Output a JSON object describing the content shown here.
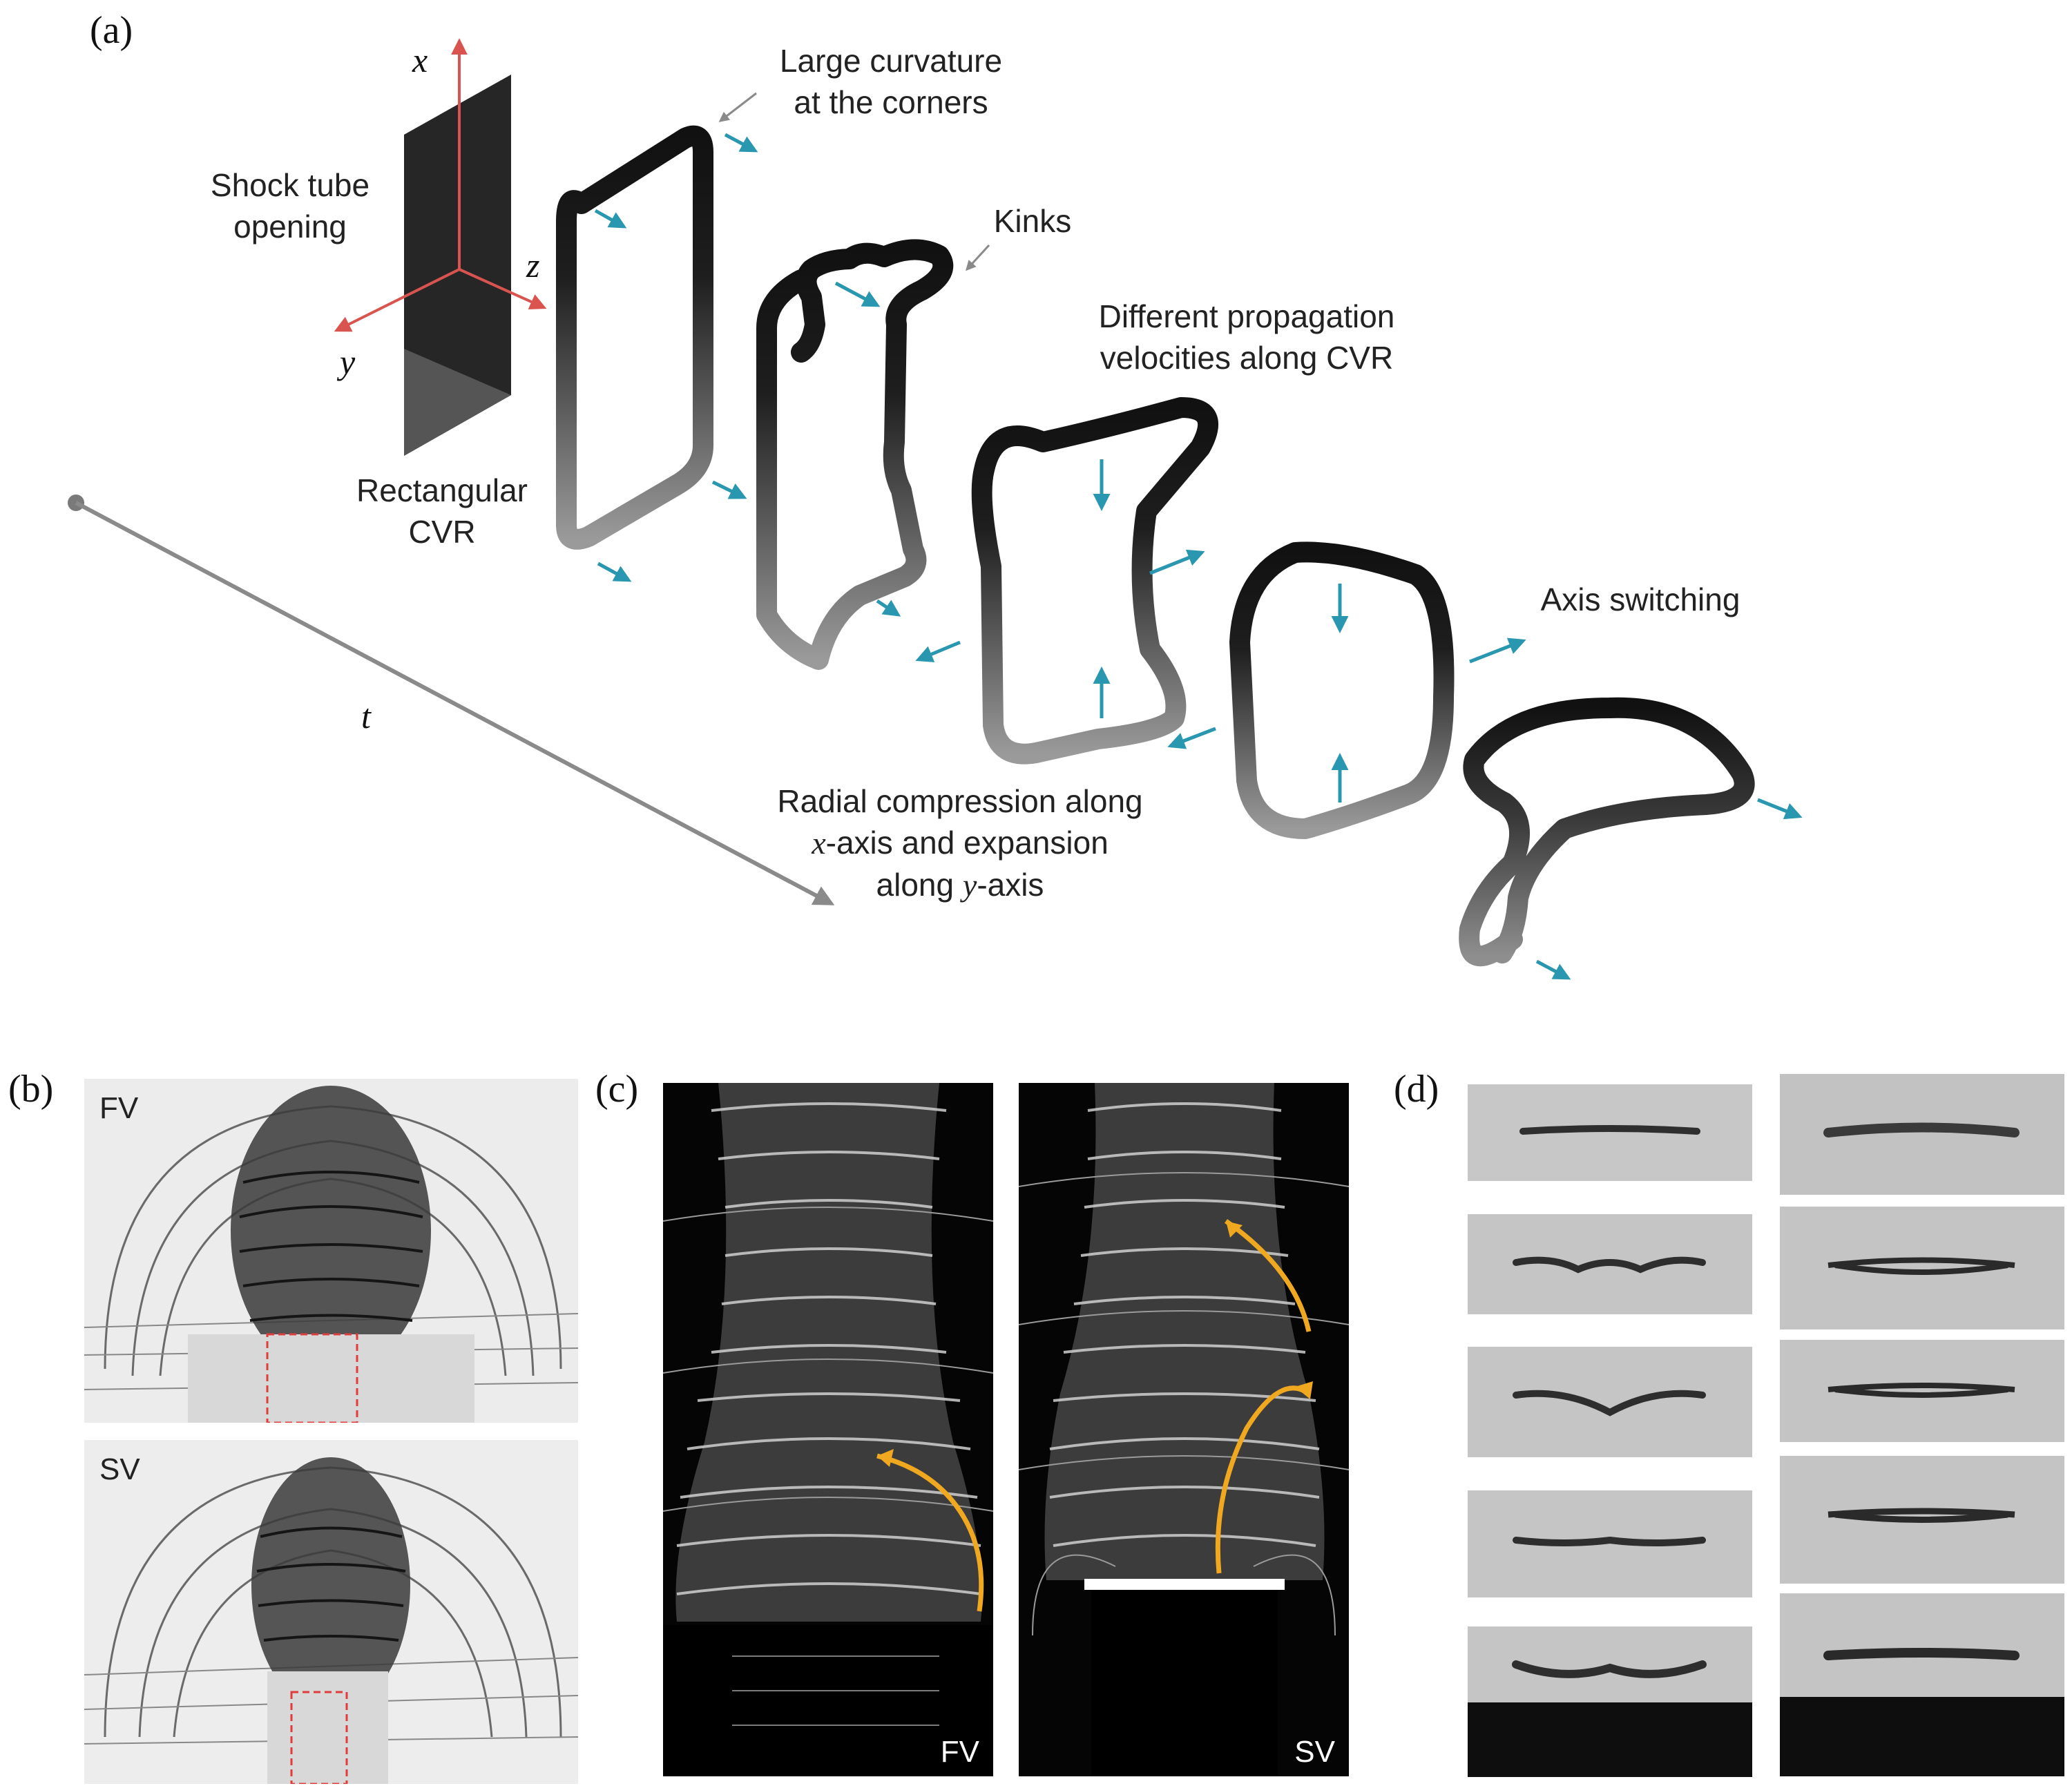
{
  "panel_a": {
    "letter": "(a)",
    "axes": {
      "x": "x",
      "y": "y",
      "z": "z",
      "t": "t"
    },
    "labels": {
      "shock_tube_1": "Shock tube",
      "shock_tube_2": "opening",
      "rect_cvr_1": "Rectangular",
      "rect_cvr_2": "CVR",
      "corners_1": "Large curvature",
      "corners_2": "at the corners",
      "kinks": "Kinks",
      "velocities_1": "Different propagation",
      "velocities_2": "velocities along CVR",
      "axis_switching": "Axis switching",
      "radial_1": "Radial compression along",
      "radial_2_var": "x",
      "radial_2_rest": "-axis and expansion",
      "radial_3_pre": "along ",
      "radial_3_var": "y",
      "radial_3_rest": "-axis"
    },
    "colors": {
      "arrow": "#2a97b0",
      "axis": "#d9534f",
      "guide": "#8a8a8a"
    }
  },
  "panel_b": {
    "letter": "(b)",
    "views": [
      "FV",
      "SV"
    ],
    "roi_color": "#e03c3c"
  },
  "panel_c": {
    "letter": "(c)",
    "views": [
      "FV",
      "SV"
    ],
    "trace_color": "#f0a820"
  },
  "panel_d": {
    "letter": "(d)"
  }
}
